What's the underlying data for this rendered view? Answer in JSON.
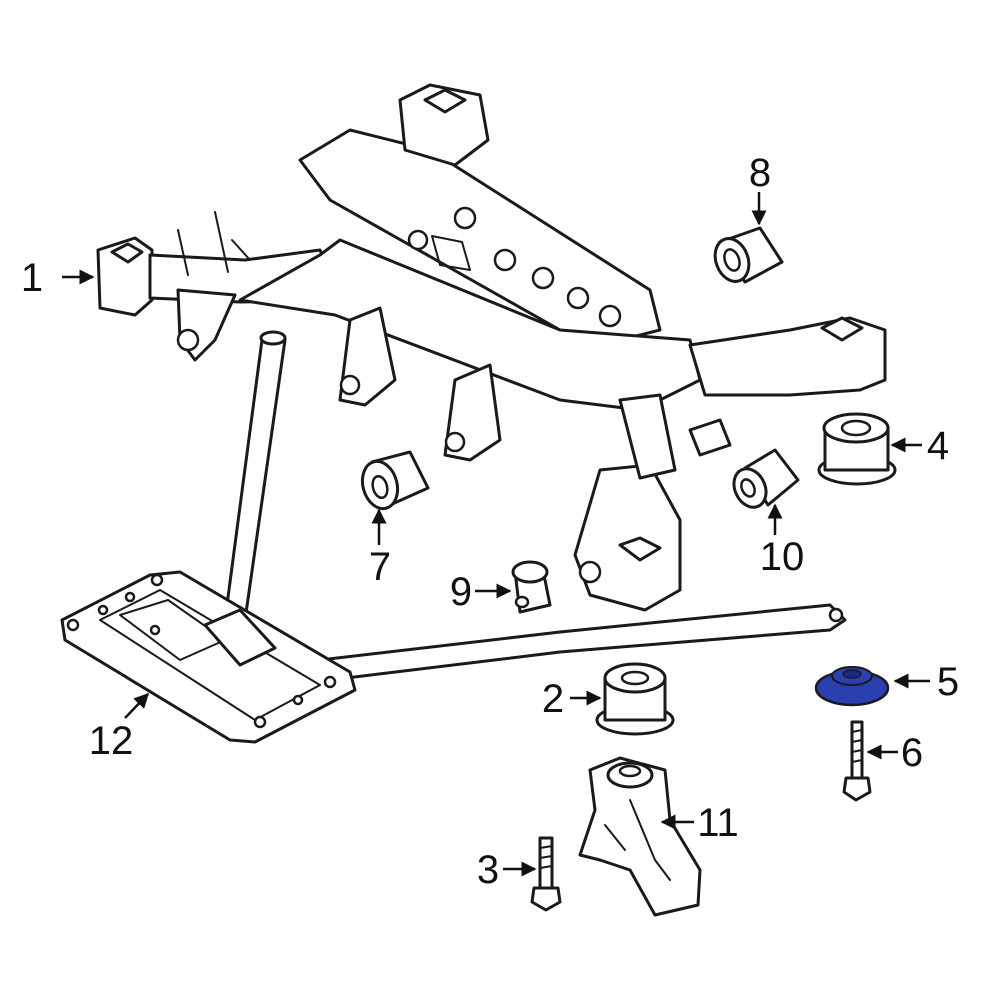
{
  "colors": {
    "highlight": "#2b3fb0",
    "line": "#1a1a1a",
    "background": "#ffffff"
  },
  "callouts": [
    {
      "id": "subframe",
      "label": "1"
    },
    {
      "id": "upper-insulator",
      "label": "2"
    },
    {
      "id": "bolt-left",
      "label": "3"
    },
    {
      "id": "front-insulator",
      "label": "4"
    },
    {
      "id": "washer-highlighted",
      "label": "5"
    },
    {
      "id": "bolt-right",
      "label": "6"
    },
    {
      "id": "bushing-left",
      "label": "7"
    },
    {
      "id": "bushing-rear",
      "label": "8"
    },
    {
      "id": "bushing-small",
      "label": "9"
    },
    {
      "id": "bushing-right",
      "label": "10"
    },
    {
      "id": "bracket",
      "label": "11"
    },
    {
      "id": "brace-plate",
      "label": "12"
    }
  ]
}
